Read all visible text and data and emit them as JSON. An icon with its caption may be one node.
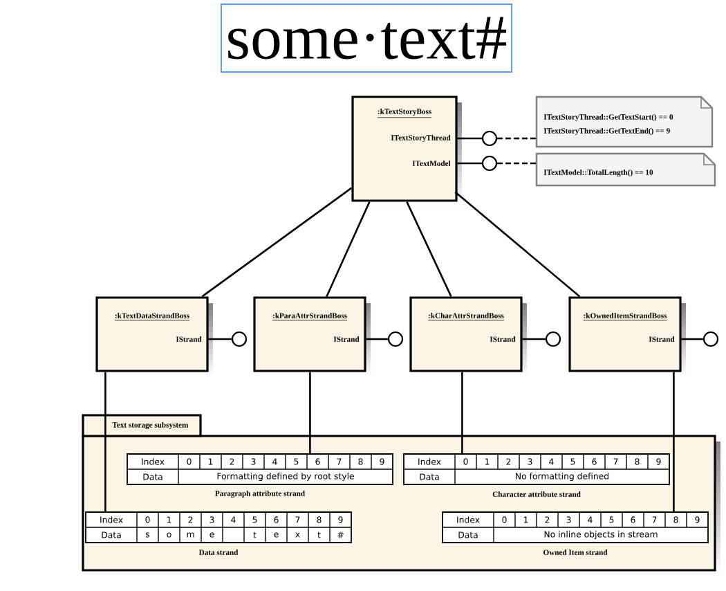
{
  "diagram": {
    "nodes": [
      {
        "text": [
          "some·text#"
        ]
      },
      {
        "text": [
          ":kTextStoryBoss",
          "ITextStoryThread",
          "ITextModel"
        ]
      },
      {
        "text": [],
        "shape": "circle"
      },
      {
        "text": [],
        "shape": "circle"
      },
      {
        "text": [
          "ITextStoryThread::GetTextStart() == 0",
          "ITextStoryThread::GetTextEnd() == 9"
        ]
      },
      {
        "text": [
          "ITextModel::TotalLength() == 10"
        ]
      },
      {
        "text": [
          ":kTextDataStrandBoss",
          "IStrand"
        ]
      },
      {
        "text": [
          ":kParaAttrStrandBoss",
          "IStrand"
        ]
      },
      {
        "text": [
          ":kCharAttrStrandBoss",
          "IStrand"
        ]
      },
      {
        "text": [
          ":kOwnedItemStrandBoss",
          "IStrand"
        ]
      },
      {
        "text": [],
        "shape": "circle"
      },
      {
        "text": [],
        "shape": "circle"
      },
      {
        "text": [],
        "shape": "circle"
      },
      {
        "text": [],
        "shape": "circle"
      },
      {
        "text": [
          "Text storage subsystem"
        ]
      },
      {
        "text": [
          "Index",
          "0",
          "1",
          "2",
          "3",
          "4",
          "5",
          "6",
          "7",
          "8",
          "9",
          "Data",
          "Formatting defined by root style"
        ],
        "in": 14,
        "beside": [
          "Paragraph attribute strand"
        ]
      },
      {
        "text": [
          "Index",
          "0",
          "1",
          "2",
          "3",
          "4",
          "5",
          "6",
          "7",
          "8",
          "9",
          "Data",
          "No formatting defined"
        ],
        "in": 14,
        "beside": [
          "Character attribute strand"
        ]
      },
      {
        "text": [
          "Index",
          "0",
          "1",
          "2",
          "3",
          "4",
          "5",
          "6",
          "7",
          "8",
          "9",
          "Data",
          "s",
          "o",
          "m",
          "e",
          "t",
          "e",
          "x",
          "t",
          "#"
        ],
        "in": 14,
        "beside": [
          "Data strand"
        ]
      },
      {
        "text": [
          "Index",
          "0",
          "1",
          "2",
          "3",
          "4",
          "5",
          "6",
          "7",
          "8",
          "9",
          "Data",
          "No inline objects in stream"
        ],
        "in": 14,
        "beside": [
          "Owned Item strand"
        ]
      }
    ],
    "edges": [
      {
        "from": 1,
        "to": 2,
        "arrow": "none"
      },
      {
        "from": 2,
        "to": 4,
        "arrow": "none",
        "style": "dashed"
      },
      {
        "from": 1,
        "to": 3,
        "arrow": "none"
      },
      {
        "from": 3,
        "to": 5,
        "arrow": "none",
        "style": "dashed"
      },
      {
        "from": 1,
        "to": 6,
        "arrow": "none"
      },
      {
        "from": 1,
        "to": 7,
        "arrow": "none"
      },
      {
        "from": 1,
        "to": 8,
        "arrow": "none"
      },
      {
        "from": 1,
        "to": 9,
        "arrow": "none"
      },
      {
        "from": 6,
        "to": 10,
        "arrow": "none"
      },
      {
        "from": 7,
        "to": 11,
        "arrow": "none"
      },
      {
        "from": 8,
        "to": 12,
        "arrow": "none"
      },
      {
        "from": 9,
        "to": 13,
        "arrow": "none"
      },
      {
        "from": 6,
        "to": 17,
        "arrow": "none"
      },
      {
        "from": 7,
        "to": 15,
        "arrow": "none"
      },
      {
        "from": 8,
        "to": 16,
        "arrow": "none"
      },
      {
        "from": 9,
        "to": 18,
        "arrow": "none"
      }
    ]
  }
}
